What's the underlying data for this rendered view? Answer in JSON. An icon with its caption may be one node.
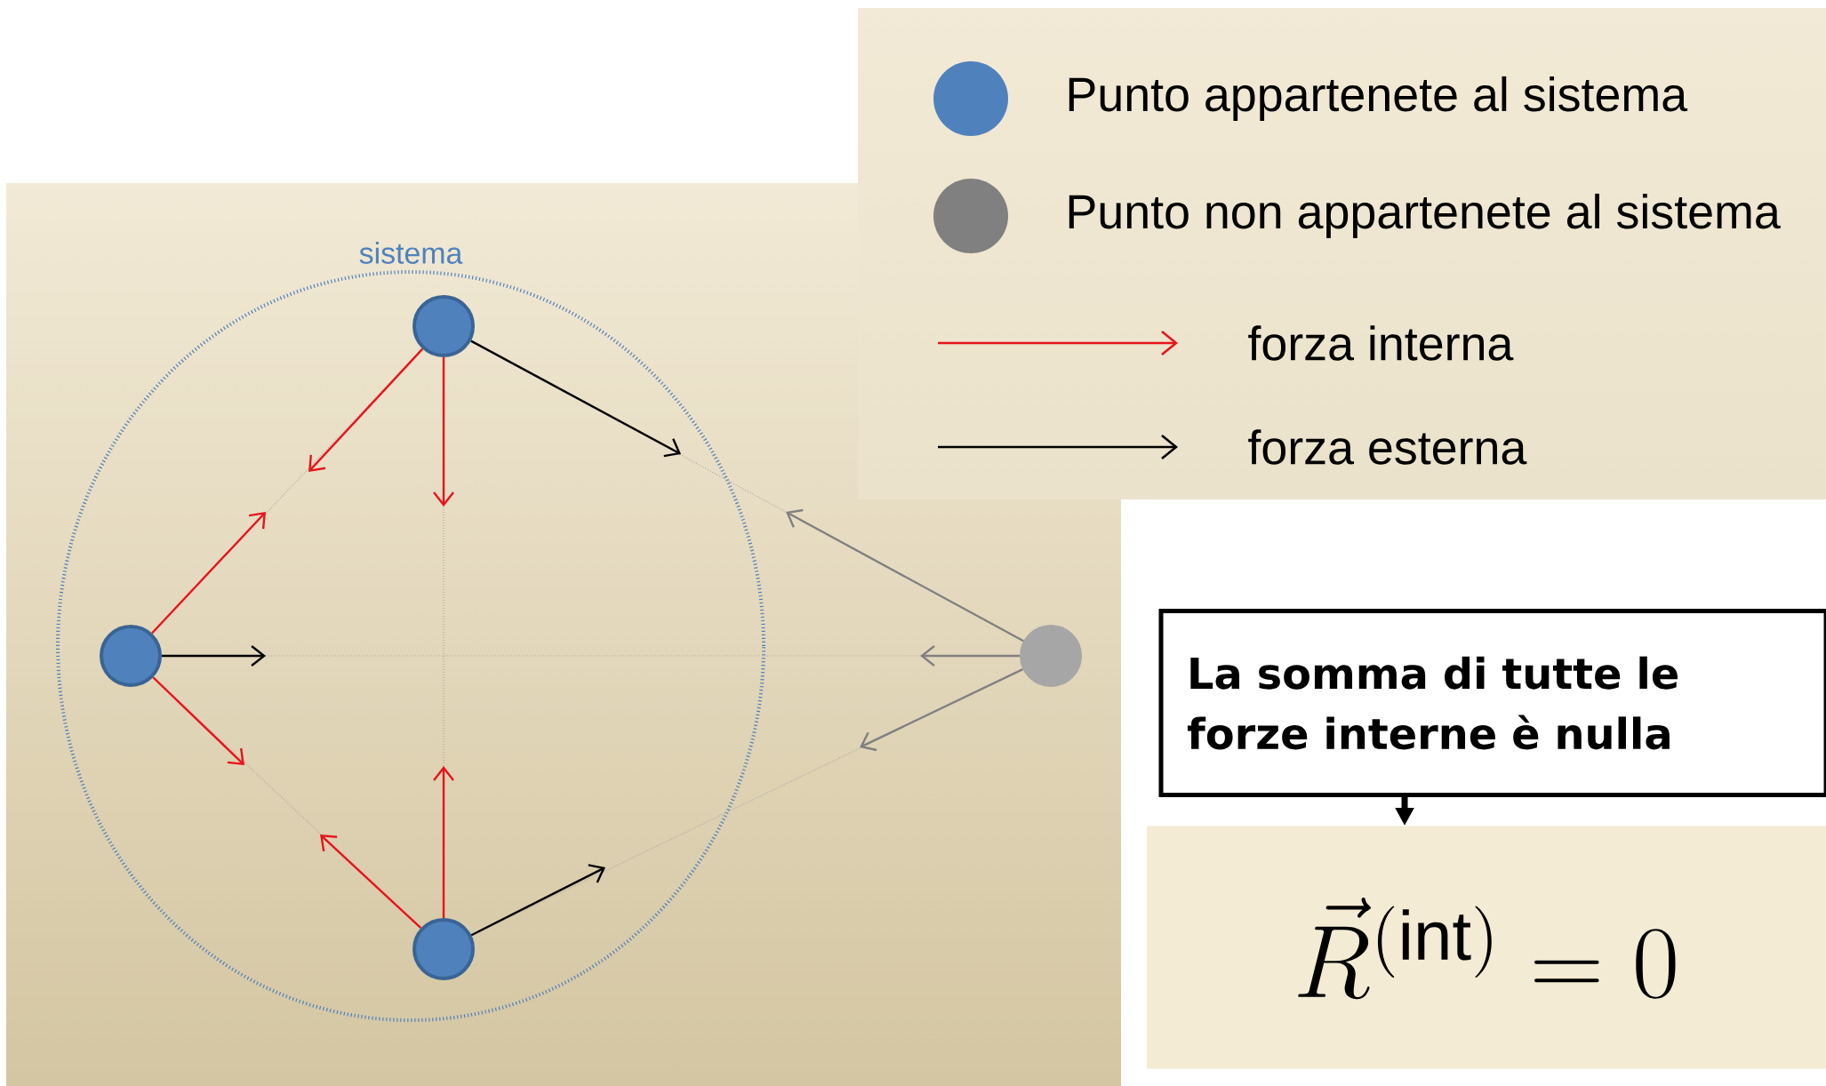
{
  "diagram": {
    "nodes": [
      {
        "text": [
          "sistema"
        ]
      },
      {
        "text": [],
        "shape": "circle",
        "in": 0
      },
      {
        "text": [],
        "shape": "circle",
        "in": 0
      },
      {
        "text": [],
        "shape": "circle",
        "in": 0
      },
      {
        "text": [],
        "shape": "circle"
      },
      {
        "text": [
          "La somma di tutte le forze interne è nulla"
        ]
      },
      {
        "text": [
          "\\vec{R}^{(\\mathrm{int})} = 0"
        ]
      }
    ],
    "edges": [
      {
        "from": 1,
        "to": null,
        "arrow": "to",
        "color": "#e8141b"
      },
      {
        "from": 1,
        "to": null,
        "arrow": "to",
        "color": "#e8141b"
      },
      {
        "from": 2,
        "to": null,
        "arrow": "to",
        "color": "#e8141b"
      },
      {
        "from": 2,
        "to": null,
        "arrow": "to",
        "color": "#e8141b"
      },
      {
        "from": 3,
        "to": null,
        "arrow": "to",
        "color": "#e8141b"
      },
      {
        "from": 3,
        "to": null,
        "arrow": "to",
        "color": "#e8141b"
      },
      {
        "from": 1,
        "to": null,
        "arrow": "to",
        "color": "#000000"
      },
      {
        "from": 2,
        "to": null,
        "arrow": "to",
        "color": "#000000"
      },
      {
        "from": 3,
        "to": null,
        "arrow": "to",
        "color": "#000000"
      },
      {
        "from": 4,
        "to": null,
        "arrow": "to",
        "color": "#808080"
      },
      {
        "from": 4,
        "to": null,
        "arrow": "to",
        "color": "#808080"
      },
      {
        "from": 4,
        "to": null,
        "arrow": "to",
        "color": "#808080"
      },
      {
        "from": 1,
        "to": 2,
        "arrow": "none",
        "style": "dashed",
        "color": "#a6a6a6"
      },
      {
        "from": 1,
        "to": 3,
        "arrow": "none",
        "style": "dashed",
        "color": "#a6a6a6"
      },
      {
        "from": 2,
        "to": 3,
        "arrow": "none",
        "style": "dashed",
        "color": "#a6a6a6"
      },
      {
        "from": 1,
        "to": 4,
        "arrow": "none",
        "style": "dashed",
        "color": "#a6a6a6"
      },
      {
        "from": 2,
        "to": 4,
        "arrow": "none",
        "style": "dashed",
        "color": "#a6a6a6"
      },
      {
        "from": 3,
        "to": 4,
        "arrow": "none",
        "style": "dashed",
        "color": "#a6a6a6"
      },
      {
        "from": 5,
        "to": 6,
        "arrow": "to",
        "style": "thick",
        "color": "#000000"
      }
    ],
    "legend": [
      {
        "text": "Punto appartenete al sistema",
        "color": "#4f81bd"
      },
      {
        "text": "Punto non appartenete al sistema",
        "color": "#808080"
      },
      {
        "text": "forza interna"
      },
      {
        "text": "forza esterna"
      }
    ]
  }
}
